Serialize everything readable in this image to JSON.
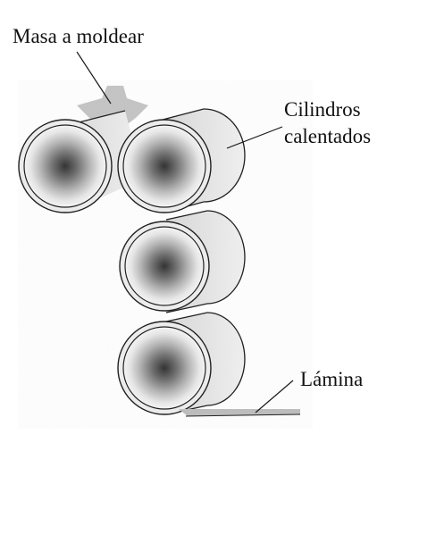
{
  "labels": {
    "mass": "Masa a moldear",
    "cylinders_line1": "Cilindros",
    "cylinders_line2": "calentados",
    "sheet": "Lámina"
  },
  "colors": {
    "stroke": "#1a1a1a",
    "shade": "#c8c8c8",
    "shade_light": "#e6e6e6",
    "core": "#3a3a3a",
    "background": "#ffffff"
  }
}
